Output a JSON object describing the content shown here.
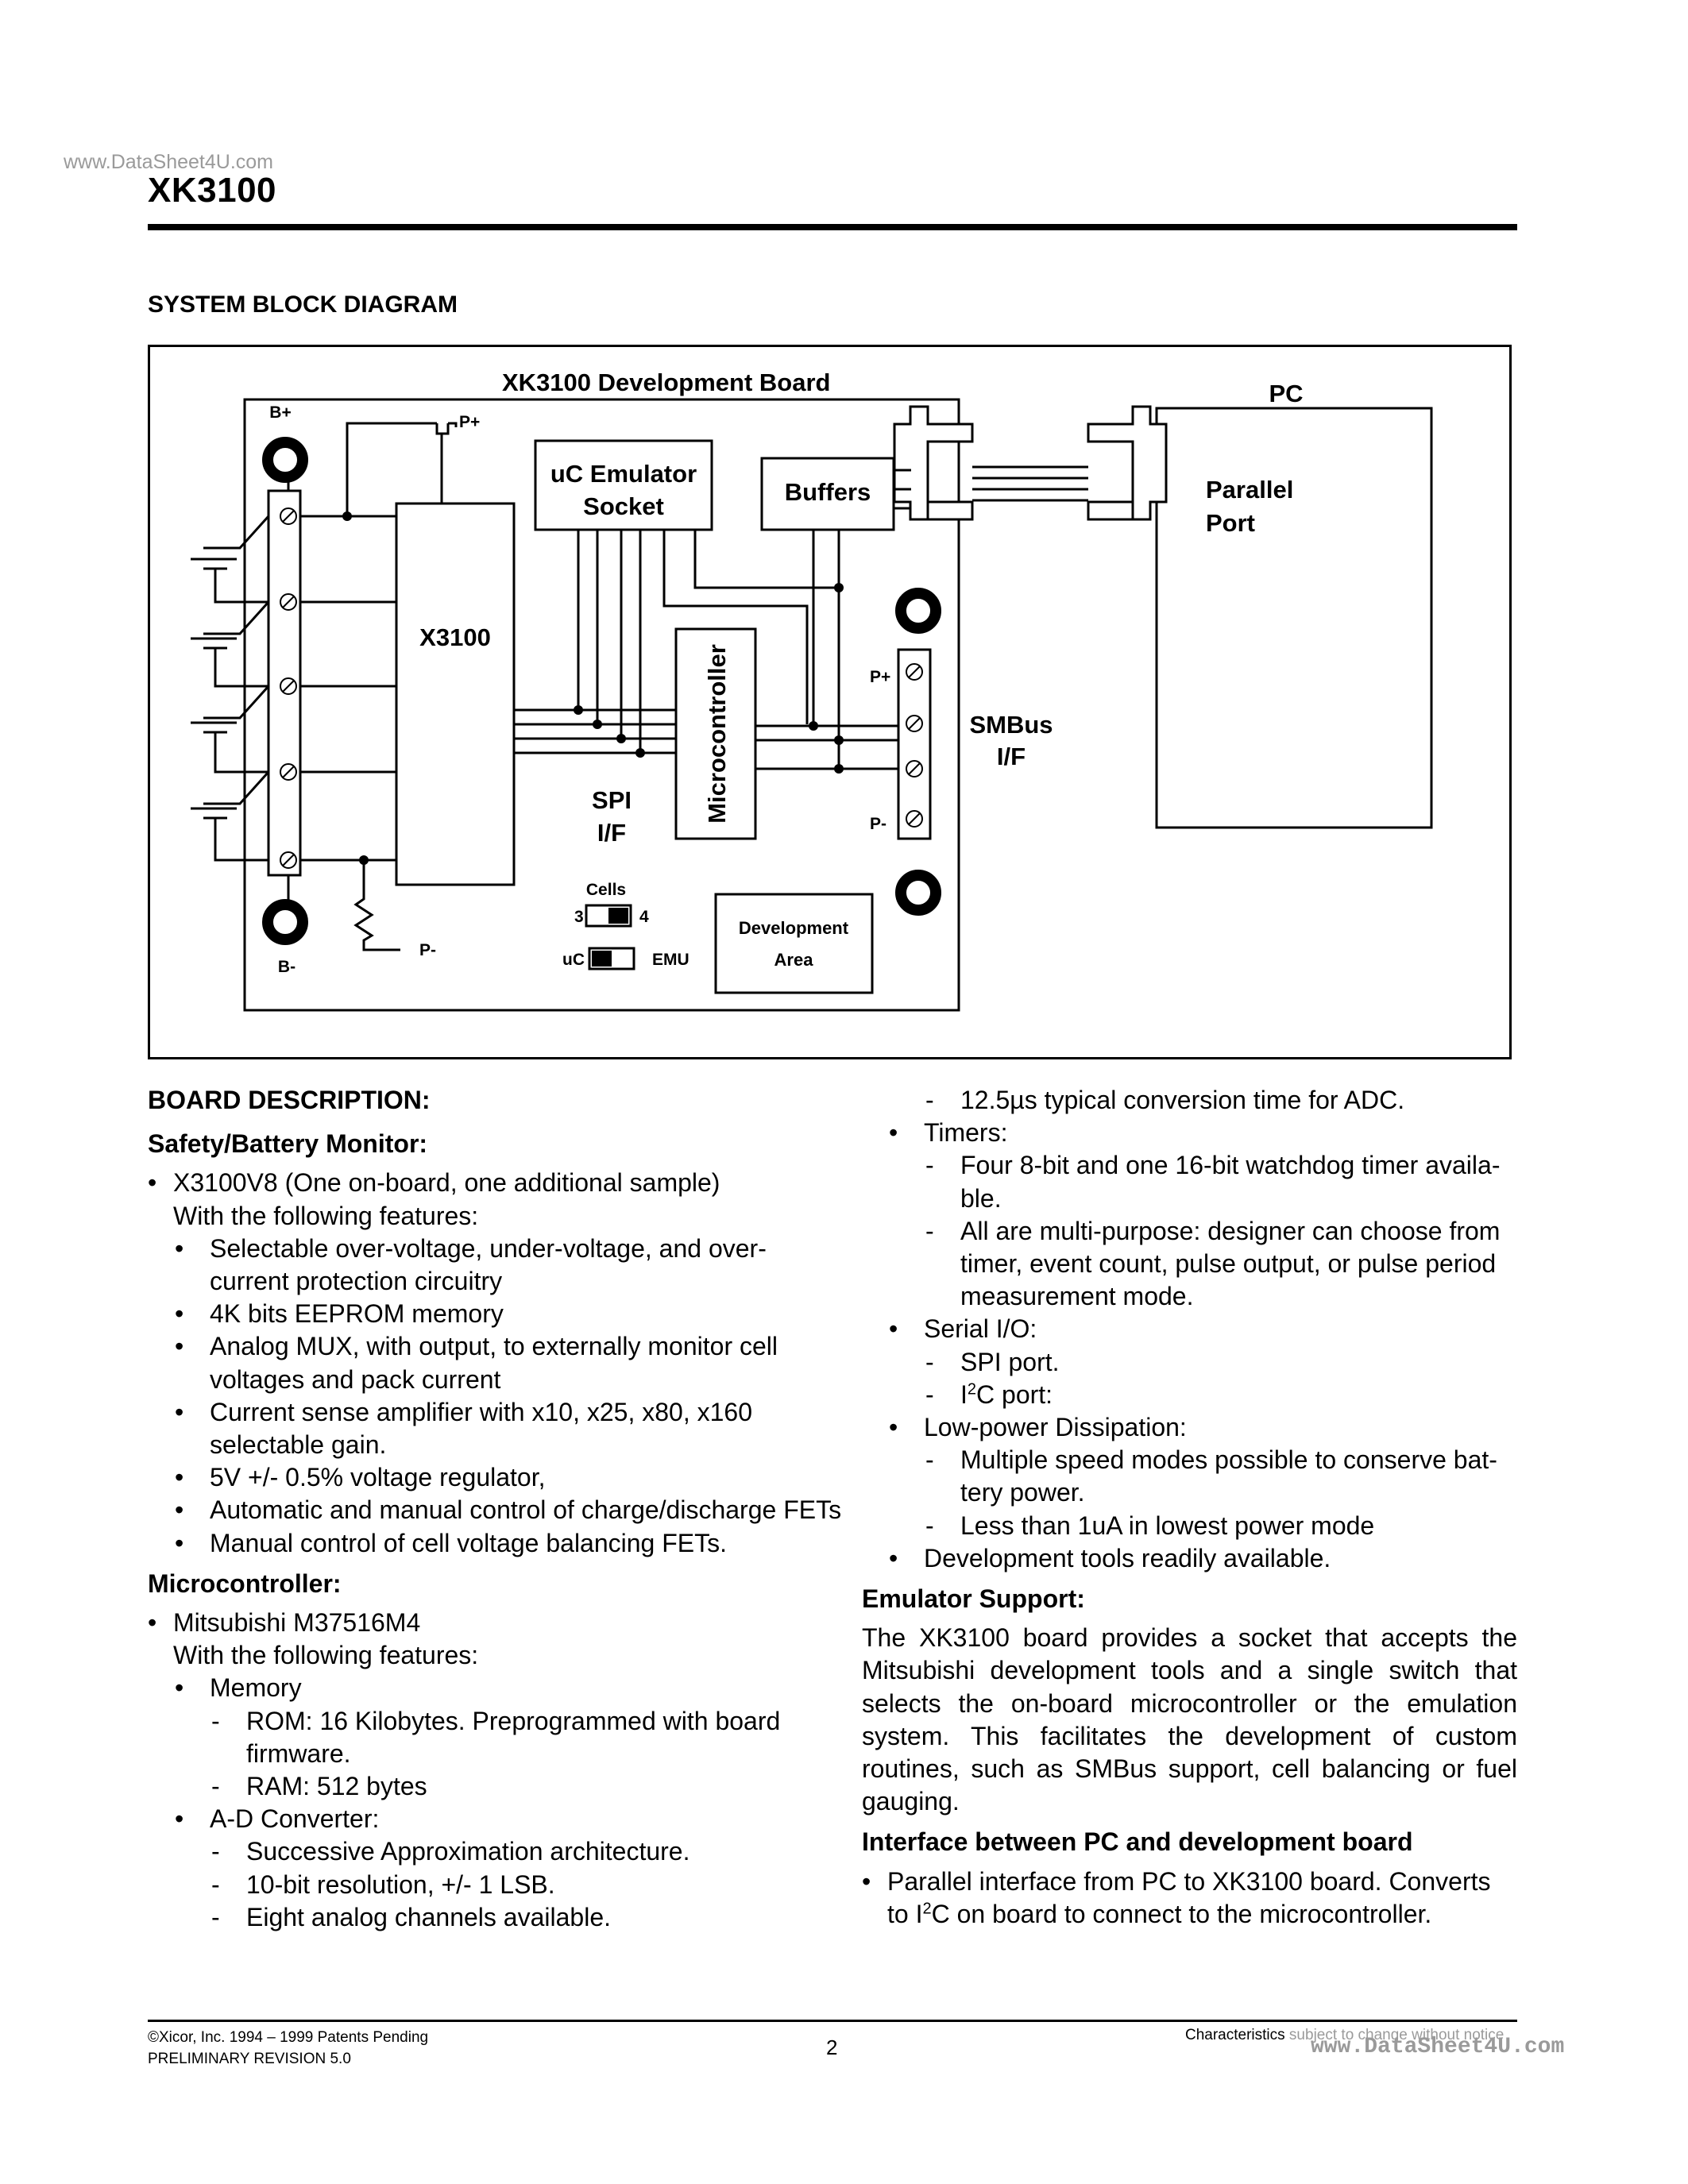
{
  "header": {
    "watermark": "www.DataSheet4U.com",
    "title": "XK3100"
  },
  "section_title": "SYSTEM BLOCK DIAGRAM",
  "diagram": {
    "board_title": "XK3100 Development Board",
    "pc_label": "PC",
    "parallel_port_line1": "Parallel",
    "parallel_port_line2": "Port",
    "emulator_line1": "uC Emulator",
    "emulator_line2": "Socket",
    "buffers": "Buffers",
    "x3100": "X3100",
    "microcontroller": "Microcontroller",
    "spi_line1": "SPI",
    "spi_line2": "I/F",
    "smbus_line1": "SMBus",
    "smbus_line2": "I/F",
    "b_plus": "B+",
    "b_minus": "B-",
    "p_plus_top": "P+",
    "p_minus_bottom": "P-",
    "smbus_p_plus": "P+",
    "smbus_p_minus": "P-",
    "cells_label": "Cells",
    "cells_3": "3",
    "cells_4": "4",
    "switch_uc": "uC",
    "switch_emu": "EMU",
    "dev_area_line1": "Development",
    "dev_area_line2": "Area"
  },
  "left_column": {
    "heading": "BOARD DESCRIPTION:",
    "safety": {
      "heading": "Safety/Battery Monitor:",
      "item": "X3100V8 (One on-board, one additional sample)",
      "intro": "With the following features:",
      "features": [
        "Selectable over-voltage, under-voltage, and over- current protection circuitry",
        "4K bits EEPROM memory",
        "Analog MUX, with output, to externally monitor cell voltages and pack current",
        "Current sense amplifier with x10, x25, x80, x160 selectable gain.",
        "5V +/- 0.5% voltage regulator,",
        "Automatic and manual control of charge/discharge FETs",
        "Manual control of cell voltage balancing FETs."
      ]
    },
    "micro": {
      "heading": "Microcontroller:",
      "item": "Mitsubishi M37516M4",
      "intro": "With the following features:",
      "memory_label": "Memory",
      "memory": [
        "ROM: 16 Kilobytes. Preprogrammed with board firmware.",
        "RAM: 512 bytes"
      ],
      "adc_label": "A-D Converter:",
      "adc": [
        "Successive Approximation architecture.",
        "10-bit resolution, +/- 1 LSB.",
        "Eight analog channels available."
      ]
    }
  },
  "right_column": {
    "adc_cont": "12.5µs typical conversion time for ADC.",
    "timers_label": "Timers:",
    "timers": [
      "Four 8-bit and one 16-bit watchdog timer availa- ble.",
      "All are multi-purpose: designer can choose from timer, event count, pulse output, or pulse period measurement mode."
    ],
    "serial_label": "Serial I/O:",
    "serial_spi": "SPI port.",
    "serial_i2c_i": "I",
    "serial_i2c_sup": "2",
    "serial_i2c_rest": "C port:",
    "lowpower_label": "Low-power Dissipation:",
    "lowpower": [
      "Multiple speed modes possible to conserve bat- tery power.",
      "Less than 1uA in lowest power mode"
    ],
    "devtools": "Development tools readily available.",
    "emulator_heading": "Emulator Support:",
    "emulator_text": "The XK3100 board provides a socket that accepts the Mitsubishi development tools and a single switch that selects the on-board microcontroller or the emulation system. This facilitates the development of custom routines, such as SMBus support, cell balancing or fuel gauging.",
    "interface_heading": "Interface between PC and development board",
    "interface_a": "Parallel interface from PC to XK3100 board. Converts to I",
    "interface_sup": "2",
    "interface_b": "C on board to connect to the microcontroller."
  },
  "footer": {
    "copyright": "©Xicor, Inc. 1994 – 1999 Patents Pending",
    "revision": "PRELIMINARY REVISION 5.0",
    "page": "2",
    "characteristics": "Characteristics",
    "subject": " subject to change without notice",
    "watermark": "www.DataSheet4U.com"
  },
  "markers": {
    "bullet": "•",
    "dash": "-"
  }
}
